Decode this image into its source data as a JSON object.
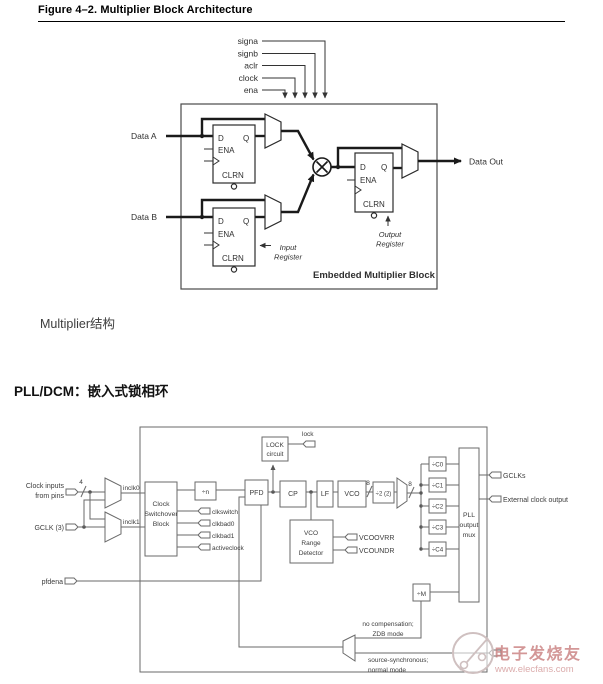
{
  "page": {
    "figure_title": "Figure 4–2.  Multiplier Block Architecture",
    "caption": "Multiplier结构",
    "pll_heading": "PLL/DCM：嵌入式锁相环"
  },
  "multiplier": {
    "signals": [
      "signa",
      "signb",
      "aclr",
      "clock",
      "ena"
    ],
    "data_a": "Data A",
    "data_b": "Data B",
    "data_out": "Data Out",
    "reg": {
      "d": "D",
      "q": "Q",
      "ena": "ENA",
      "clrn": "CLRN"
    },
    "input_register": [
      "Input",
      "Register"
    ],
    "output_register": [
      "Output",
      "Register"
    ],
    "block_label": "Embedded Multiplier Block"
  },
  "pll": {
    "clock_inputs": [
      "Clock inputs",
      "from pins"
    ],
    "bus_width_in": "4",
    "inclk0": "inclk0",
    "inclk1": "inclk1",
    "gclk": "GCLK (3)",
    "switchover": [
      "Clock",
      "Switchover",
      "Block"
    ],
    "divn": "÷n",
    "status_outputs": [
      "clkswitch",
      "clkbad0",
      "clkbad1",
      "activeclock"
    ],
    "pfd": "PFD",
    "cp": "CP",
    "lf": "LF",
    "vco": "VCO",
    "lock_circuit": [
      "LOCK",
      "circuit"
    ],
    "lock_pin": "lock",
    "bus_width_vco": "8",
    "div2": "÷2 (2)",
    "bus_width_post": "8",
    "counters": [
      "÷C0",
      "÷C1",
      "÷C2",
      "÷C3",
      "÷C4"
    ],
    "output_mux": [
      "PLL",
      "output",
      "mux"
    ],
    "gclks": "GCLKs",
    "ext_clock": "External clock output",
    "vco_range": [
      "VCO",
      "Range",
      "Detector"
    ],
    "vcoovrr": "VCOOVRR",
    "vcoundr": "VCOUNDR",
    "pfdena": "pfdena",
    "divm": "÷M",
    "mode_top": [
      "no compensation;",
      "ZDB mode"
    ],
    "mode_bottom": [
      "source-synchronous;",
      "normal mode"
    ]
  },
  "watermark": {
    "brand": "电子发烧友",
    "url": "www.elecfans.com"
  }
}
